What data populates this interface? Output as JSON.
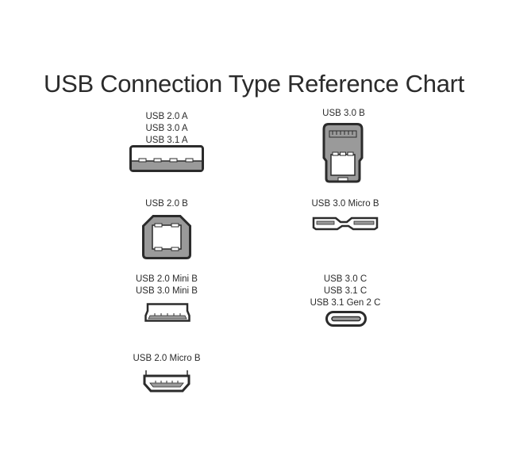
{
  "title": "USB Connection Type Reference Chart",
  "colors": {
    "outline": "#2b2b2b",
    "fill_gray": "#9a9a9a",
    "background": "#ffffff"
  },
  "connectors": [
    {
      "id": "type-a",
      "labels": [
        "USB 2.0 A",
        "USB 3.0 A",
        "USB 3.1 A"
      ],
      "icon": "usb-a-connector-icon"
    },
    {
      "id": "3-0-b",
      "labels": [
        "USB 3.0 B"
      ],
      "icon": "usb-3-b-connector-icon"
    },
    {
      "id": "2-0-b",
      "labels": [
        "USB 2.0 B"
      ],
      "icon": "usb-2-b-connector-icon"
    },
    {
      "id": "3-0-micro-b",
      "labels": [
        "USB 3.0 Micro B"
      ],
      "icon": "usb-3-micro-b-connector-icon"
    },
    {
      "id": "mini-b",
      "labels": [
        "USB 2.0 Mini B",
        "USB 3.0 Mini B"
      ],
      "icon": "usb-mini-b-connector-icon"
    },
    {
      "id": "type-c",
      "labels": [
        "USB 3.0 C",
        "USB 3.1 C",
        "USB 3.1 Gen 2 C"
      ],
      "icon": "usb-c-connector-icon"
    },
    {
      "id": "2-0-micro-b",
      "labels": [
        "USB 2.0 Micro B"
      ],
      "icon": "usb-2-micro-b-connector-icon"
    }
  ]
}
